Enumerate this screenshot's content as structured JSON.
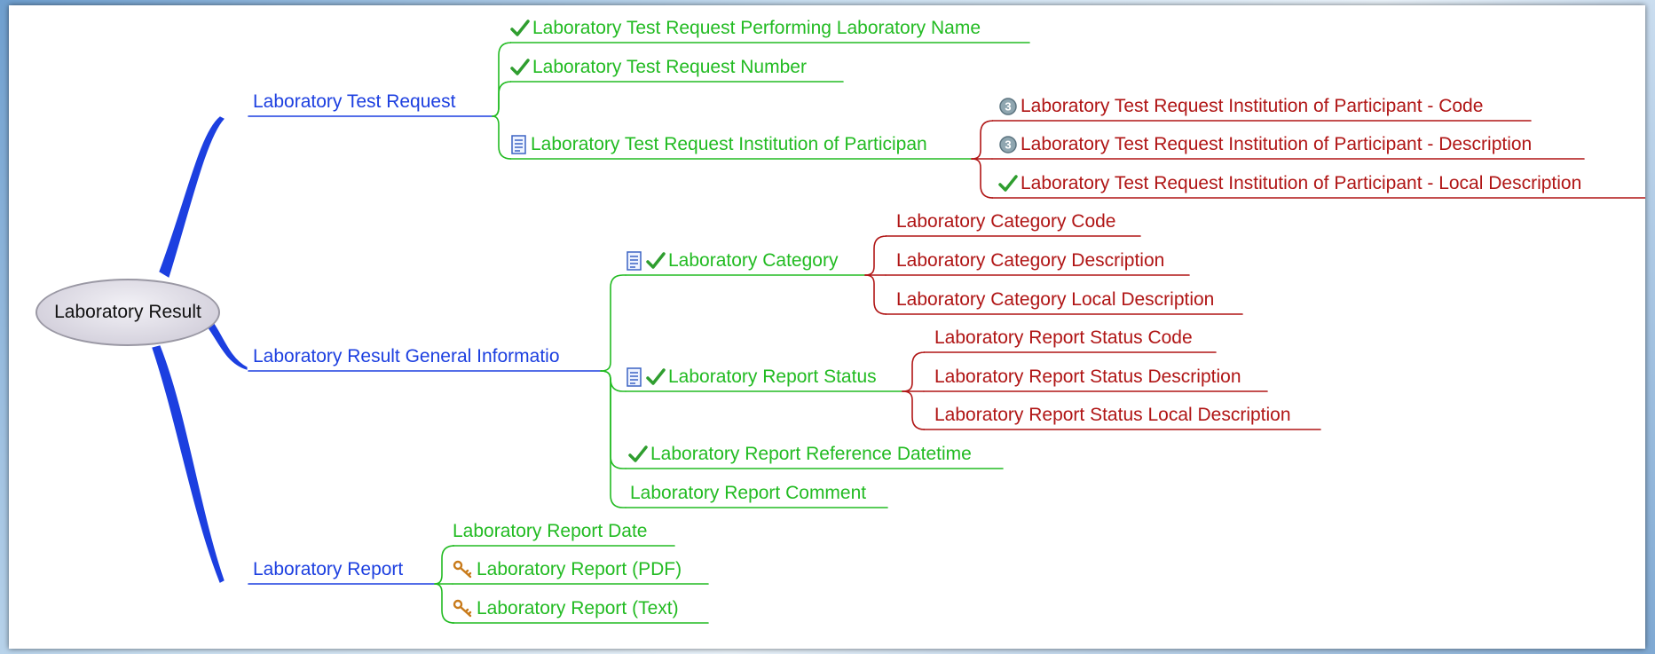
{
  "root": {
    "label": "Laboratory Result"
  },
  "branches": [
    {
      "label": "Laboratory Test Request",
      "children": [
        {
          "label": "Laboratory Test Request Performing Laboratory Name",
          "icons": [
            "check-icon"
          ]
        },
        {
          "label": "Laboratory Test Request Number",
          "icons": [
            "check-icon"
          ]
        },
        {
          "label": "Laboratory Test Request Institution of Participan",
          "icons": [
            "list-icon"
          ],
          "children": [
            {
              "label": "Laboratory Test Request Institution of Participant - Code",
              "icons": [
                "priority-3-icon"
              ]
            },
            {
              "label": "Laboratory Test Request Institution of Participant - Description",
              "icons": [
                "priority-3-icon"
              ]
            },
            {
              "label": "Laboratory Test Request Institution of Participant - Local Description",
              "icons": [
                "check-icon"
              ]
            }
          ]
        }
      ]
    },
    {
      "label": "Laboratory Result General Informatio",
      "children": [
        {
          "label": "Laboratory Category",
          "icons": [
            "list-icon",
            "check-icon"
          ],
          "children": [
            {
              "label": "Laboratory Category Code"
            },
            {
              "label": "Laboratory Category Description"
            },
            {
              "label": "Laboratory Category Local Description"
            }
          ]
        },
        {
          "label": "Laboratory Report Status",
          "icons": [
            "list-icon",
            "check-icon"
          ],
          "children": [
            {
              "label": "Laboratory Report Status Code"
            },
            {
              "label": "Laboratory Report Status Description"
            },
            {
              "label": "Laboratory Report Status Local Description"
            }
          ]
        },
        {
          "label": "Laboratory Report Reference Datetime",
          "icons": [
            "check-icon"
          ]
        },
        {
          "label": "Laboratory Report Comment"
        }
      ]
    },
    {
      "label": "Laboratory Report",
      "children": [
        {
          "label": "Laboratory Report Date"
        },
        {
          "label": "Laboratory Report (PDF)",
          "icons": [
            "key-icon"
          ]
        },
        {
          "label": "Laboratory Report (Text)",
          "icons": [
            "key-icon"
          ]
        }
      ]
    }
  ],
  "colors": {
    "level1": "#1c3fe0",
    "level2": "#22bb22",
    "level3": "#b01515",
    "root_border": "#9a98a4"
  }
}
